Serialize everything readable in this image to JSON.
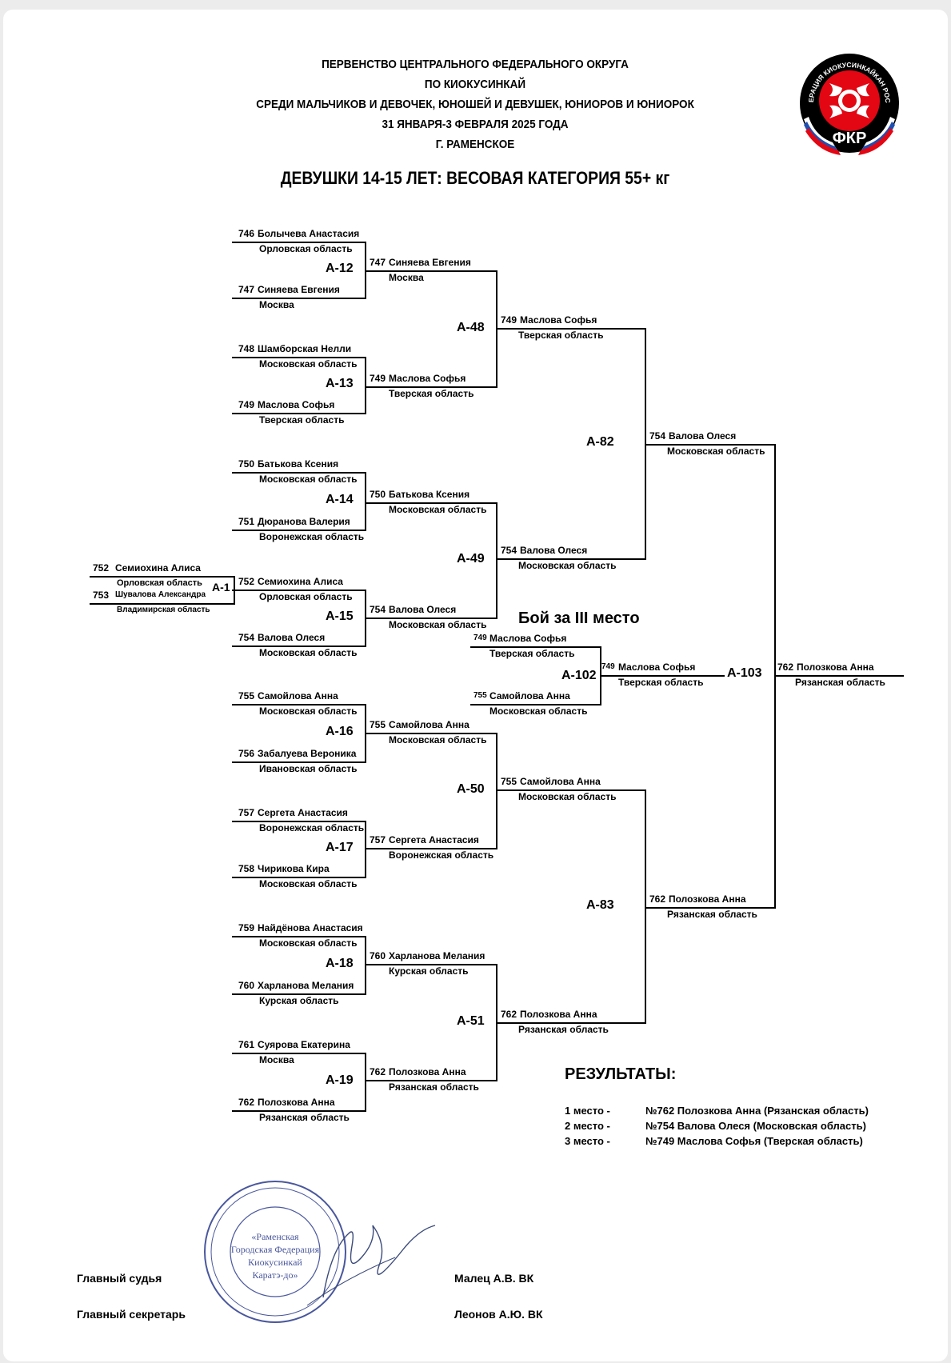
{
  "header": {
    "lines": [
      "ПЕРВЕНСТВО ЦЕНТРАЛЬНОГО ФЕДЕРАЛЬНОГО ОКРУГА",
      "ПО КИОКУСИНКАЙ",
      "СРЕДИ МАЛЬЧИКОВ И ДЕВОЧЕК, ЮНОШЕЙ И ДЕВУШЕК, ЮНИОРОВ И ЮНИОРОК",
      "31 ЯНВАРЯ-3 ФЕВРАЛЯ 2025 ГОДА",
      "Г. РАМЕНСКОЕ"
    ],
    "category": "ДЕВУШКИ 14-15 ЛЕТ: ВЕСОВАЯ КАТЕГОРИЯ 55+ кг"
  },
  "logo": {
    "ring_text": "ФЕДЕРАЦИЯ КИОКУСИНКАЙКАН РОССИИ",
    "abbr": "ФКР",
    "accent": "#e30613"
  },
  "bracket": {
    "r0": [
      {
        "num": "752",
        "name": "Семиохина Алиса",
        "region": "Орловская область"
      },
      {
        "num": "753",
        "name": "Шувалова Александра",
        "region": "Владимирская область"
      }
    ],
    "r1": [
      {
        "num": "746",
        "name": "Болычева Анастасия",
        "region": "Орловская область"
      },
      {
        "num": "747",
        "name": "Синяева Евгения",
        "region": "Москва"
      },
      {
        "num": "748",
        "name": "Шамборская Нелли",
        "region": "Московская область"
      },
      {
        "num": "749",
        "name": "Маслова Софья",
        "region": "Тверская область"
      },
      {
        "num": "750",
        "name": "Батькова Ксения",
        "region": "Московская область"
      },
      {
        "num": "751",
        "name": "Дюранова Валерия",
        "region": "Воронежская область"
      },
      {
        "num": "752",
        "name": "Семиохина Алиса",
        "region": "Орловская область"
      },
      {
        "num": "754",
        "name": "Валова Олеся",
        "region": "Московская область"
      },
      {
        "num": "755",
        "name": "Самойлова Анна",
        "region": "Московская область"
      },
      {
        "num": "756",
        "name": "Забалуева Вероника",
        "region": "Ивановская область"
      },
      {
        "num": "757",
        "name": "Сергета Анастасия",
        "region": "Воронежская область"
      },
      {
        "num": "758",
        "name": "Чирикова Кира",
        "region": "Московская область"
      },
      {
        "num": "759",
        "name": "Найдёнова Анастасия",
        "region": "Московская область"
      },
      {
        "num": "760",
        "name": "Харланова Мелания",
        "region": "Курская область"
      },
      {
        "num": "761",
        "name": "Суярова Екатерина",
        "region": "Москва"
      },
      {
        "num": "762",
        "name": "Полозкова Анна",
        "region": "Рязанская область"
      }
    ],
    "r2": [
      {
        "num": "747",
        "name": "Синяева Евгения",
        "region": "Москва"
      },
      {
        "num": "749",
        "name": "Маслова Софья",
        "region": "Тверская область"
      },
      {
        "num": "750",
        "name": "Батькова Ксения",
        "region": "Московская область"
      },
      {
        "num": "754",
        "name": "Валова Олеся",
        "region": "Московская область"
      },
      {
        "num": "755",
        "name": "Самойлова Анна",
        "region": "Московская область"
      },
      {
        "num": "757",
        "name": "Сергета Анастасия",
        "region": "Воронежская область"
      },
      {
        "num": "760",
        "name": "Харланова Мелания",
        "region": "Курская область"
      },
      {
        "num": "762",
        "name": "Полозкова Анна",
        "region": "Рязанская область"
      }
    ],
    "r3": [
      {
        "num": "749",
        "name": "Маслова Софья",
        "region": "Тверская область"
      },
      {
        "num": "754",
        "name": "Валова Олеся",
        "region": "Московская область"
      },
      {
        "num": "755",
        "name": "Самойлова Анна",
        "region": "Московская область"
      },
      {
        "num": "762",
        "name": "Полозкова Анна",
        "region": "Рязанская область"
      }
    ],
    "r4": [
      {
        "num": "754",
        "name": "Валова Олеся",
        "region": "Московская область"
      },
      {
        "num": "762",
        "name": "Полозкова Анна",
        "region": "Рязанская область"
      }
    ],
    "final": {
      "num": "762",
      "name": "Полозкова Анна",
      "region": "Рязанская область"
    },
    "third": {
      "title": "Бой за III место",
      "entrants": [
        {
          "num": "749",
          "name": "Маслова Софья",
          "region": "Тверская область"
        },
        {
          "num": "755",
          "name": "Самойлова Анна",
          "region": "Московская область"
        }
      ],
      "winner": {
        "num": "749",
        "name": "Маслова Софья",
        "region": "Тверская область"
      },
      "bout": "А-102"
    },
    "bouts": {
      "a1": "А-1",
      "r1": [
        "А-12",
        "А-13",
        "А-14",
        "А-15",
        "А-16",
        "А-17",
        "А-18",
        "А-19"
      ],
      "r2": [
        "А-48",
        "А-49",
        "А-50",
        "А-51"
      ],
      "r3": [
        "А-82",
        "А-83"
      ],
      "final": "А-103"
    }
  },
  "results": {
    "title": "РЕЗУЛЬТАТЫ:",
    "rows": [
      {
        "place": "1 место -",
        "text": "№762 Полозкова Анна (Рязанская область)"
      },
      {
        "place": "2 место -",
        "text": "№754 Валова Олеся (Московская область)"
      },
      {
        "place": "3 место -",
        "text": "№749 Маслова Софья (Тверская область)"
      }
    ]
  },
  "signatures": [
    {
      "role": "Главный судья",
      "name": "Малец А.В. ВК"
    },
    {
      "role": "Главный секретарь",
      "name": "Леонов А.Ю. ВК"
    }
  ],
  "stamp": {
    "text": "«Раменская Городская Федерация Киокусинкай Каратэ-до»",
    "color": "#2a3a8c"
  }
}
